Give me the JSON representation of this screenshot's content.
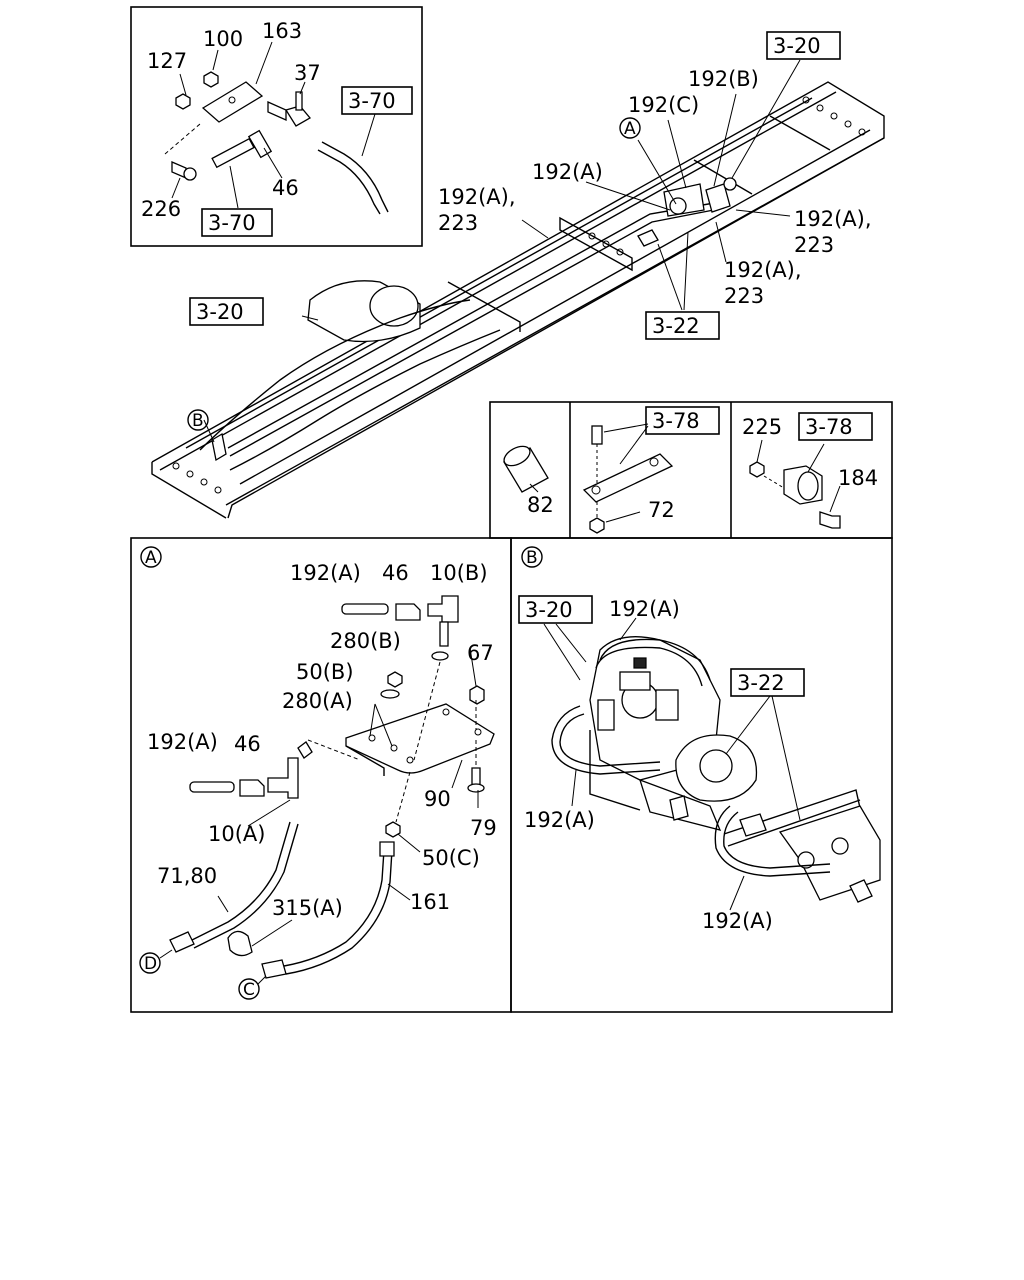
{
  "inset_top": {
    "labels": {
      "l127": "127",
      "l100": "100",
      "l163": "163",
      "l37": "37",
      "l46": "46",
      "l226": "226"
    },
    "refs": {
      "r1": "3-70",
      "r2": "3-70"
    }
  },
  "main": {
    "labels": {
      "l192b": "192(B)",
      "l192c": "192(C)",
      "l192a_1": "192(A)",
      "l192a_2": "192(A),",
      "l223_2": "223",
      "l192a_3": "192(A),",
      "l223_3": "223",
      "l192a_4": "192(A),",
      "l223_4": "223"
    },
    "refs": {
      "r320a": "3-20",
      "r320b": "3-20",
      "r322": "3-22"
    },
    "callouts": {
      "a": "A",
      "b": "B"
    }
  },
  "inset_small": {
    "labels": {
      "l82": "82",
      "l72": "72",
      "l225": "225",
      "l184": "184"
    },
    "refs": {
      "r378a": "3-78",
      "r378b": "3-78"
    }
  },
  "panel_a": {
    "callout": "A",
    "labels": {
      "l192a_1": "192(A)",
      "l46_1": "46",
      "l10b": "10(B)",
      "l280b": "280(B)",
      "l67": "67",
      "l50b": "50(B)",
      "l280a": "280(A)",
      "l192a_2": "192(A)",
      "l46_2": "46",
      "l90": "90",
      "l79": "79",
      "l10a": "10(A)",
      "l50c": "50(C)",
      "l7180": "71,80",
      "l315a": "315(A)",
      "l161": "161"
    },
    "end_callouts": {
      "d": "D",
      "c": "C"
    }
  },
  "panel_b": {
    "callout": "B",
    "labels": {
      "l192a_1": "192(A)",
      "l192a_2": "192(A)",
      "l192a_3": "192(A)"
    },
    "refs": {
      "r320": "3-20",
      "r322": "3-22"
    }
  }
}
